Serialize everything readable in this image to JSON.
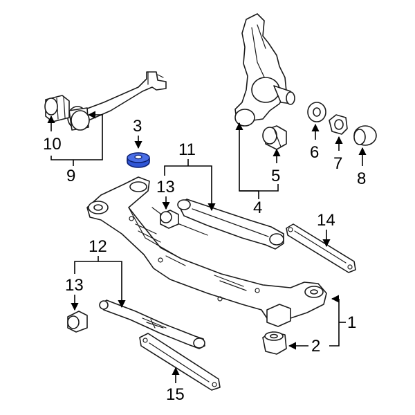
{
  "colors": {
    "highlight_fill": "#2f55d4",
    "highlight_stroke": "#0a1d6e",
    "line": "#1a1a1a"
  },
  "callouts": [
    {
      "id": "1",
      "label": "1"
    },
    {
      "id": "2",
      "label": "2"
    },
    {
      "id": "3",
      "label": "3"
    },
    {
      "id": "4",
      "label": "4"
    },
    {
      "id": "5",
      "label": "5"
    },
    {
      "id": "6",
      "label": "6"
    },
    {
      "id": "7",
      "label": "7"
    },
    {
      "id": "8",
      "label": "8"
    },
    {
      "id": "9",
      "label": "9"
    },
    {
      "id": "10",
      "label": "10"
    },
    {
      "id": "11",
      "label": "11"
    },
    {
      "id": "12",
      "label": "12"
    },
    {
      "id": "13a",
      "label": "13"
    },
    {
      "id": "13b",
      "label": "13"
    },
    {
      "id": "14",
      "label": "14"
    },
    {
      "id": "15",
      "label": "15"
    }
  ]
}
